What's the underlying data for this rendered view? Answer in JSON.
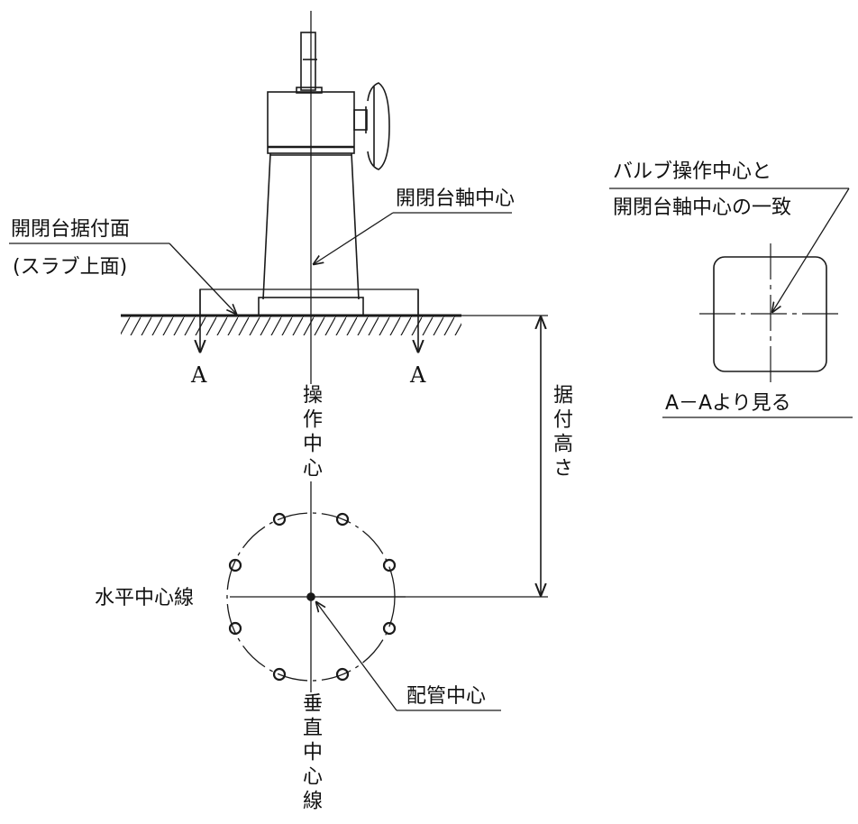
{
  "labels": {
    "shaft_center": "開閉台軸中心",
    "mount_surface": "開閉台据付面",
    "slab_top": "(スラブ上面)",
    "operation_center": "操作中心",
    "mount_height": "据付高さ",
    "horizontal_centerline": "水平中心線",
    "pipe_center": "配管中心",
    "vertical_centerline": "垂直中心線",
    "valve_match_line1": "バルブ操作中心と",
    "valve_match_line2": "開閉台軸中心の一致",
    "view_aa": "A－Aより見る",
    "section_a_left": "A",
    "section_a_right": "A"
  },
  "colors": {
    "line": "#1a1a1a",
    "background": "#ffffff"
  }
}
